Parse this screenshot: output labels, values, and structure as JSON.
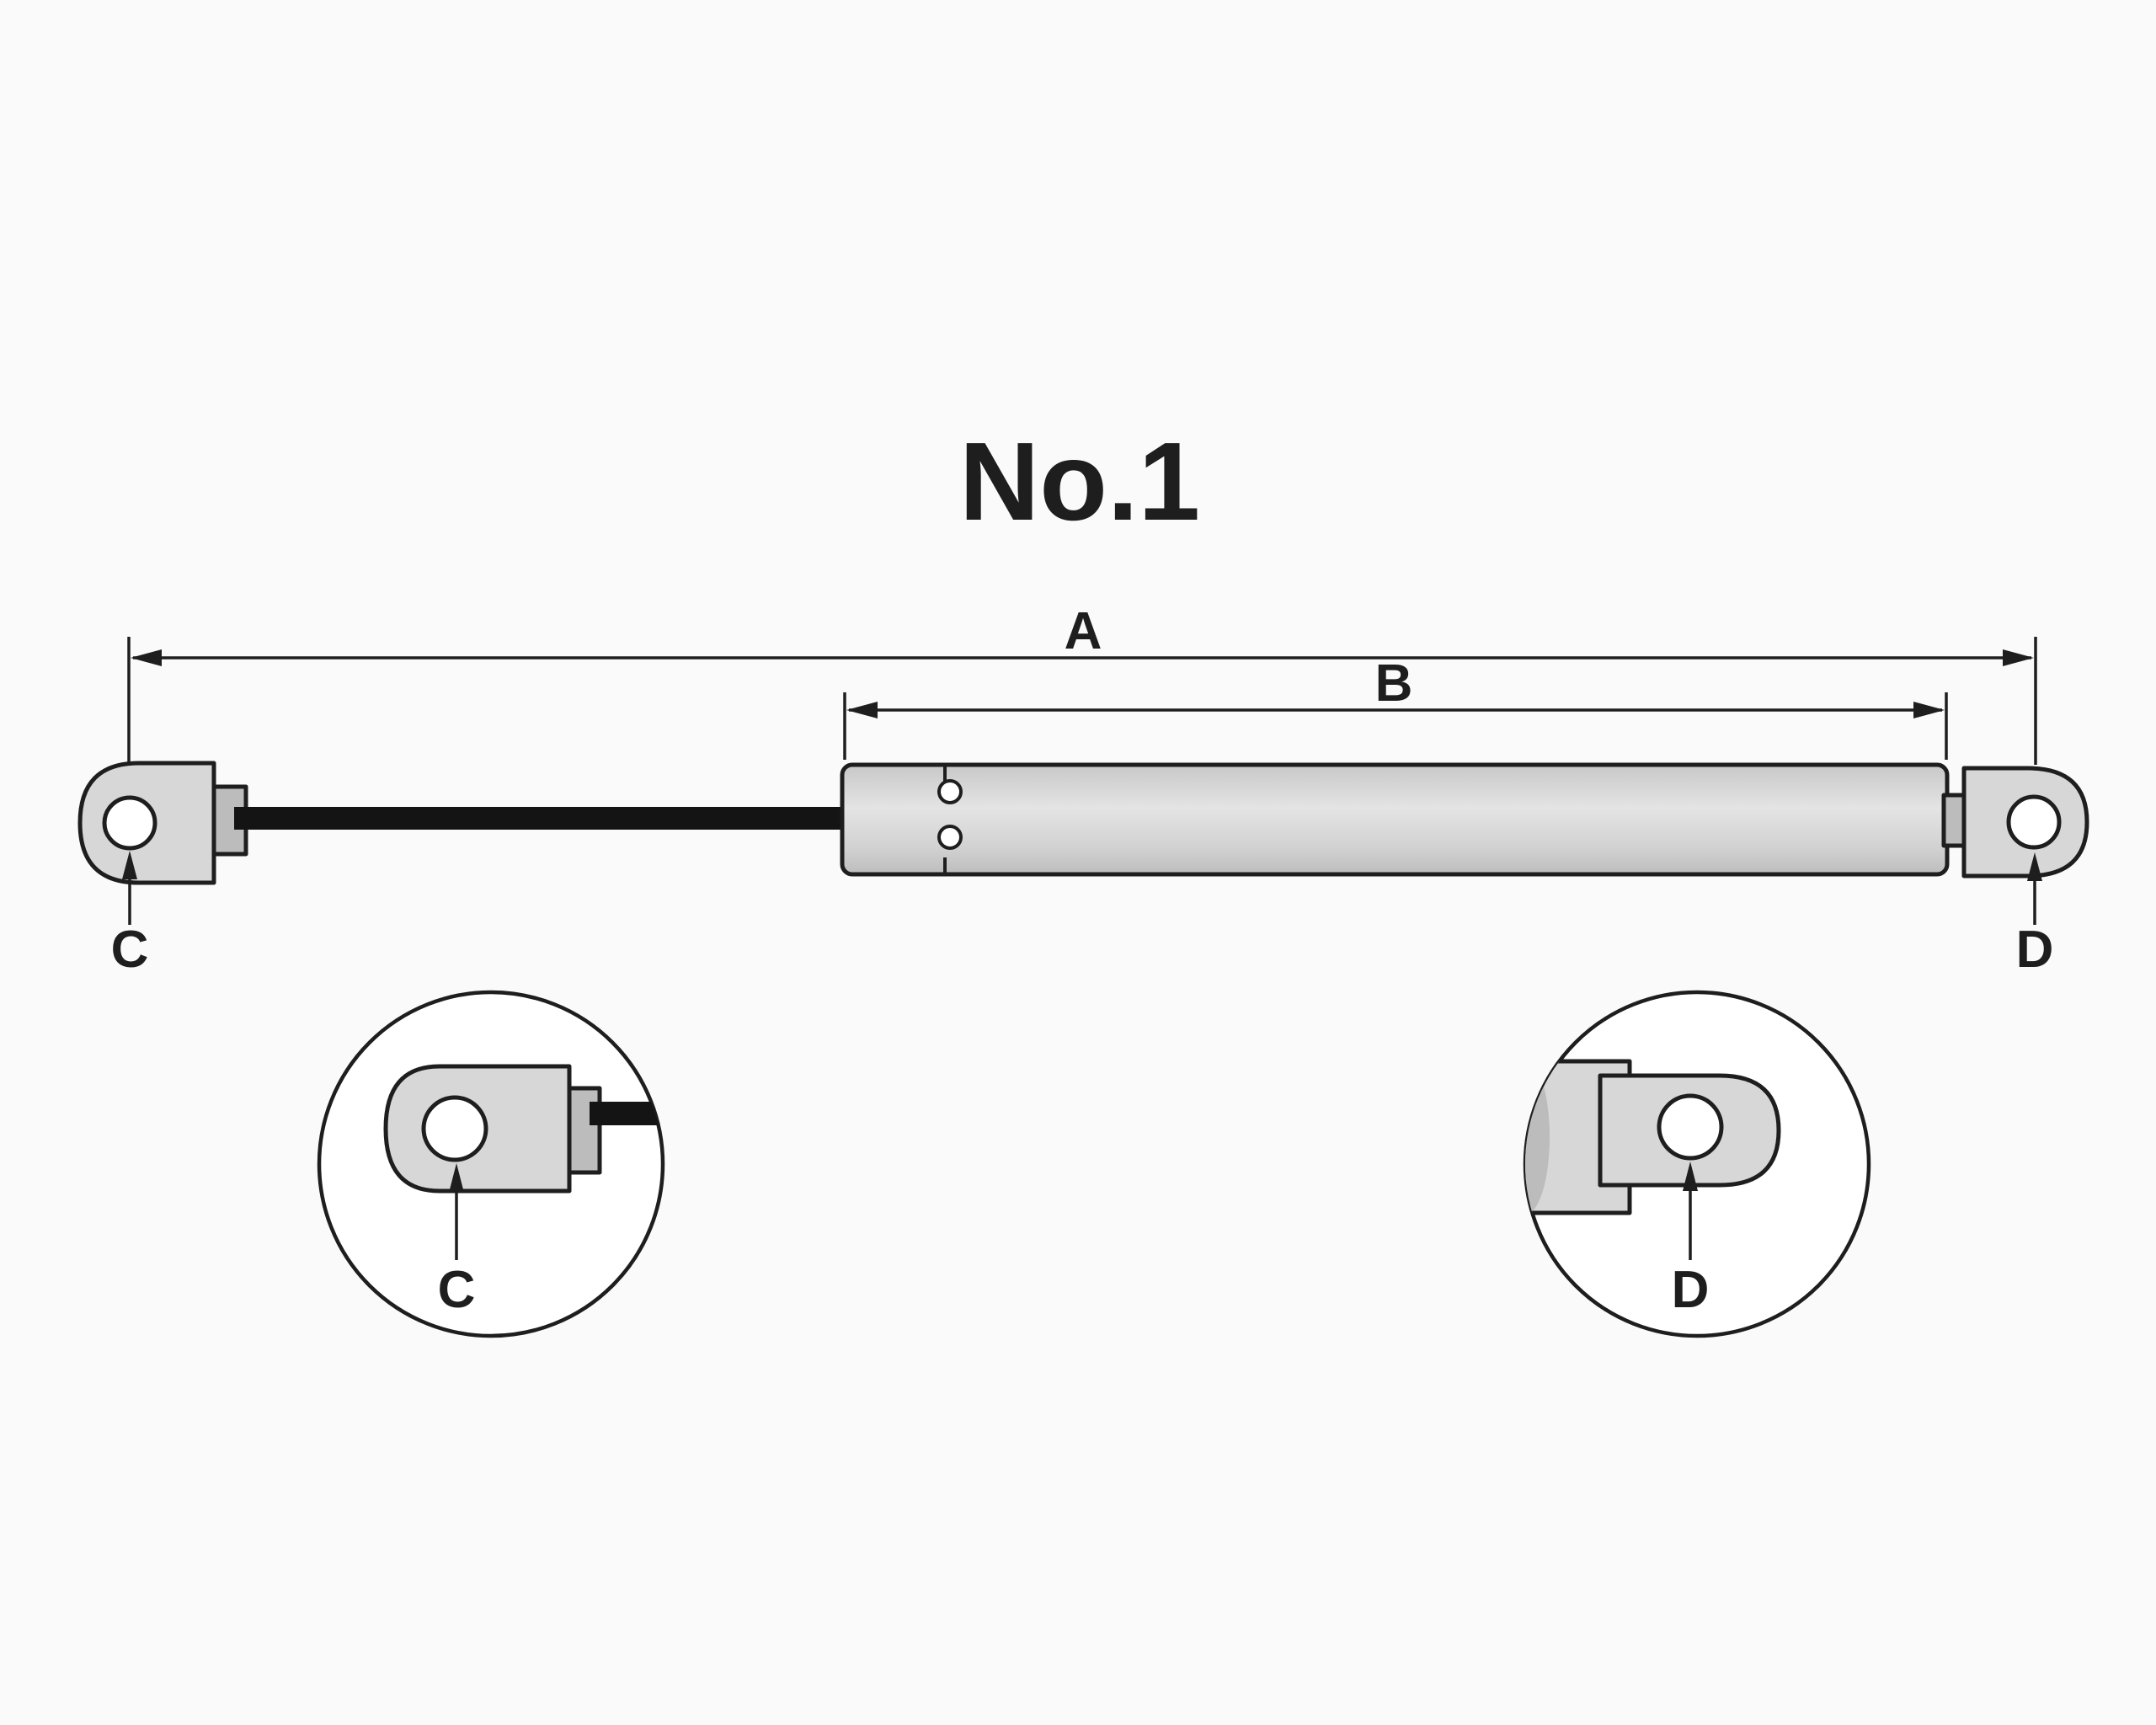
{
  "title": "No.1",
  "diagram": {
    "dim_overall": "A",
    "dim_body": "B",
    "end_left": "C",
    "end_right": "D",
    "detail_left": "C",
    "detail_right": "D"
  },
  "colors": {
    "background": "#fafafa",
    "outline": "#1e1e1e",
    "metal_light": "#d7d7d7",
    "metal_mid": "#bcbcbc",
    "rod": "#141414",
    "white": "#ffffff"
  }
}
